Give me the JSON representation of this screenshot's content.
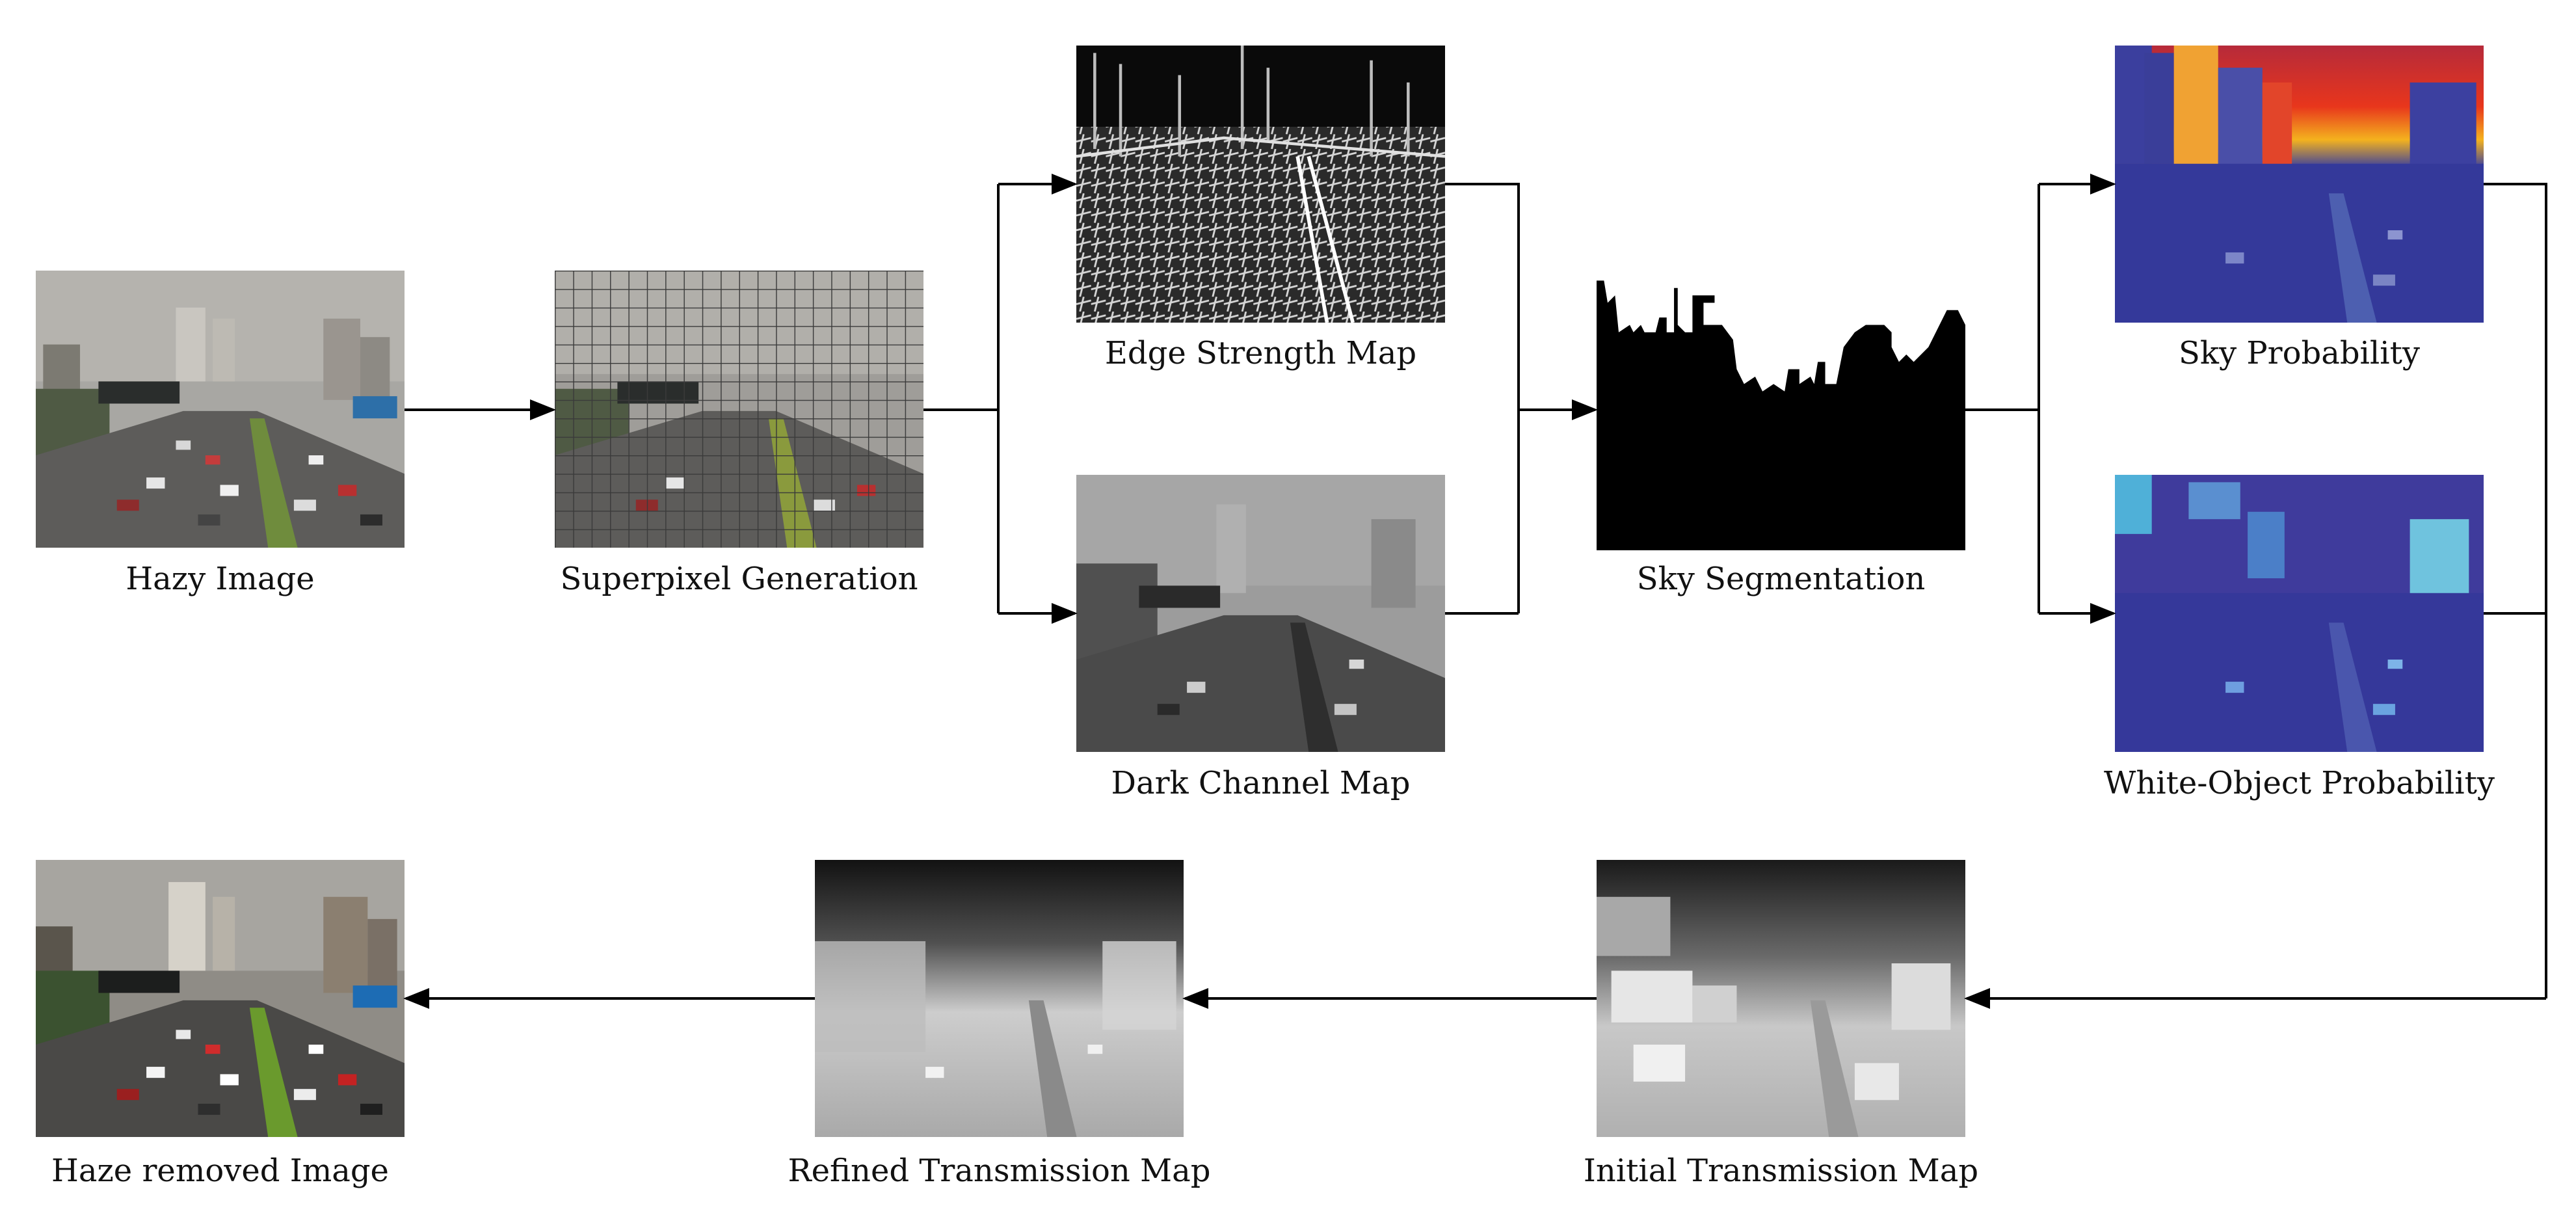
{
  "nodes": [
    {
      "id": "hazy",
      "caption": "Hazy Image",
      "kind": "street"
    },
    {
      "id": "superpixel",
      "caption": "Superpixel Generation",
      "kind": "superpixel"
    },
    {
      "id": "edge",
      "caption": "Edge Strength Map",
      "kind": "edge"
    },
    {
      "id": "dark",
      "caption": "Dark Channel Map",
      "kind": "dark"
    },
    {
      "id": "skyseg",
      "caption": "Sky Segmentation",
      "kind": "mask"
    },
    {
      "id": "skyprob",
      "caption": "Sky Probability",
      "kind": "heat-sky"
    },
    {
      "id": "whiteprob",
      "caption": "White-Object Probability",
      "kind": "heat-white"
    },
    {
      "id": "initial",
      "caption": "Initial Transmission Map",
      "kind": "trans-initial"
    },
    {
      "id": "refined",
      "caption": "Refined Transmission Map",
      "kind": "trans-refined"
    },
    {
      "id": "dehazed",
      "caption": "Haze removed Image",
      "kind": "street-clear"
    }
  ],
  "colors": {
    "arrow": "#000000",
    "caption": "#111111",
    "heat_low": "#3b3f9e",
    "heat_high": "#e8361c"
  }
}
